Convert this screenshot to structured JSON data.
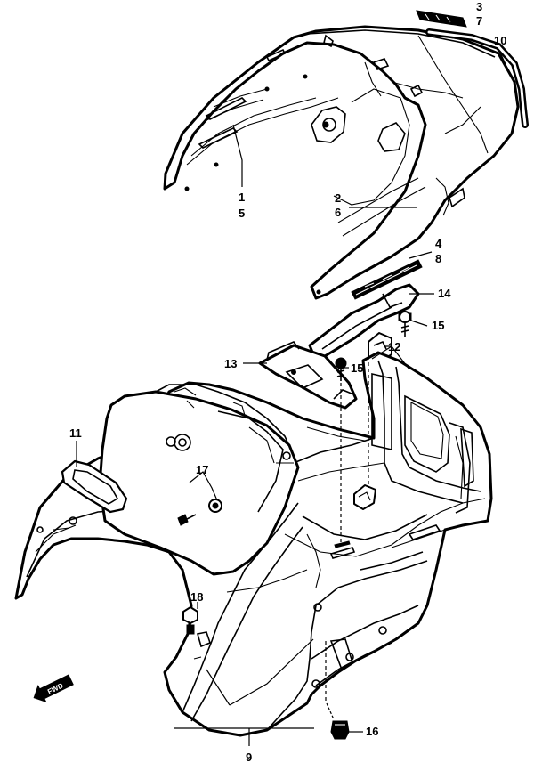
{
  "labels": {
    "l1": "1",
    "l2": "2",
    "l3": "3",
    "l4": "4",
    "l5": "5",
    "l6": "6",
    "l7": "7",
    "l8": "8",
    "l9": "9",
    "l10": "10",
    "l11": "11",
    "l12": "12",
    "l13": "13",
    "l14": "14",
    "l15a": "15",
    "l15b": "15",
    "l16": "16",
    "l17": "17",
    "l18": "18"
  },
  "direction_badge": "FWD"
}
